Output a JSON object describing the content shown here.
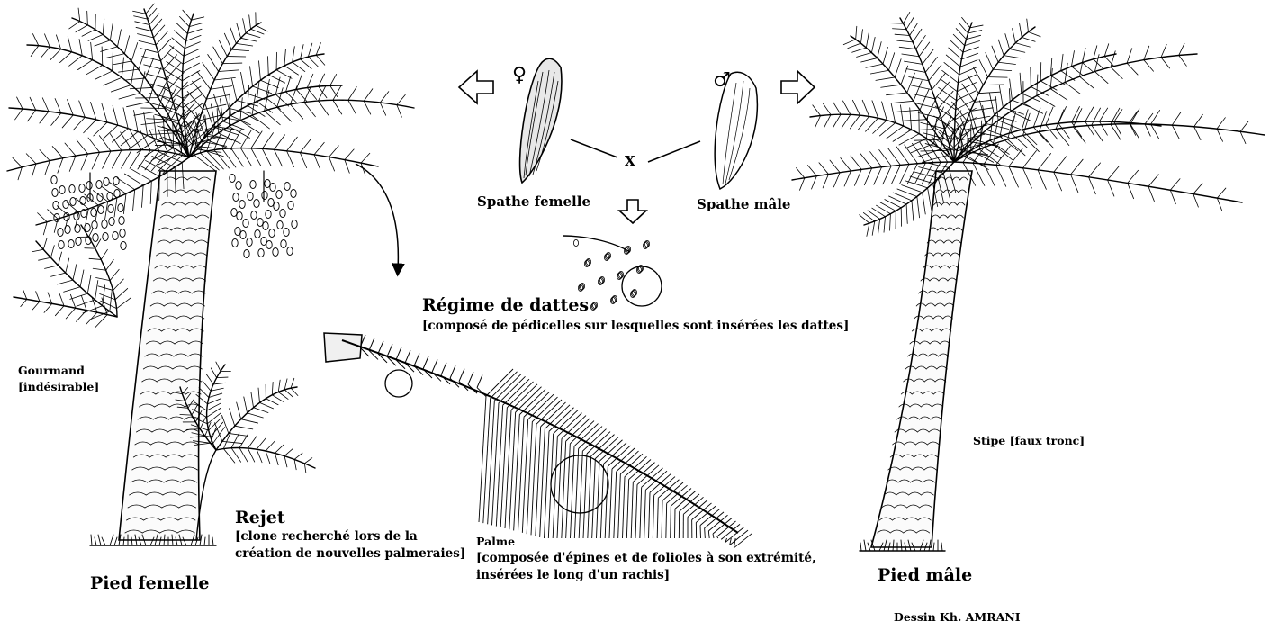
{
  "labels": {
    "spathe_femelle": "Spathe femelle",
    "spathe_male": "Spathe mâle",
    "cross": "X",
    "female_symbol": "♀",
    "male_symbol": "♂",
    "regime_title": "Régime de dattes",
    "regime_desc": "[composé de pédicelles sur lesquelles sont insérées les dattes]",
    "gourmand": "Gourmand",
    "gourmand_note": "[indésirable]",
    "rejet_title": "Rejet",
    "rejet_desc_1": "[clone recherché lors de la",
    "rejet_desc_2": "création de nouvelles palmeraies]",
    "pied_femelle": "Pied femelle",
    "palme_title": "Palme",
    "palme_desc_1": "[composée d'épines et de folioles à son extrémité,",
    "palme_desc_2": "insérées le long d'un rachis]",
    "stipe": "Stipe [faux tronc]",
    "pied_male": "Pied mâle",
    "credit": "Dessin Kh. AMRANI"
  }
}
